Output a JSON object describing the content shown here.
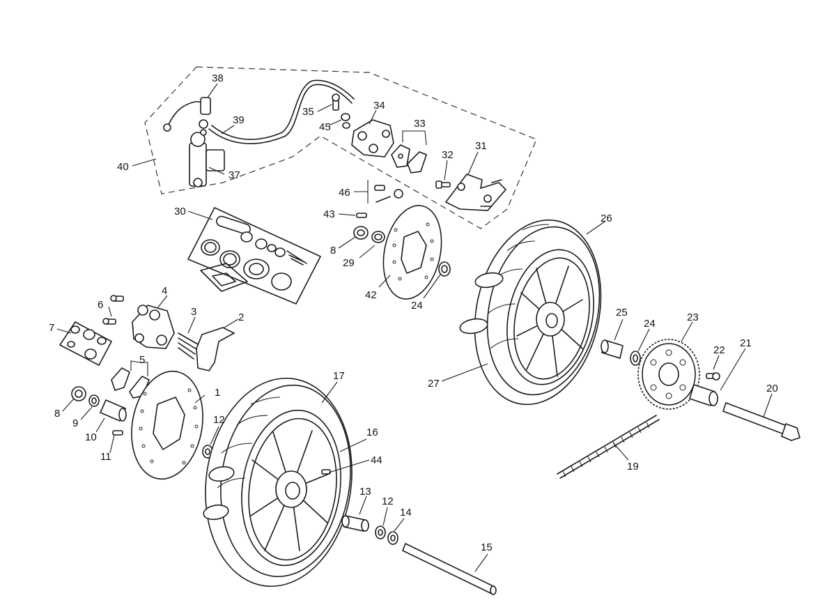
{
  "diagram": {
    "callouts": [
      {
        "id": "c1",
        "label": "1"
      },
      {
        "id": "c2",
        "label": "2"
      },
      {
        "id": "c3",
        "label": "3"
      },
      {
        "id": "c4",
        "label": "4"
      },
      {
        "id": "c5",
        "label": "5"
      },
      {
        "id": "c6",
        "label": "6"
      },
      {
        "id": "c7",
        "label": "7"
      },
      {
        "id": "c8a",
        "label": "8"
      },
      {
        "id": "c8b",
        "label": "8"
      },
      {
        "id": "c9",
        "label": "9"
      },
      {
        "id": "c10",
        "label": "10"
      },
      {
        "id": "c11",
        "label": "11"
      },
      {
        "id": "c12a",
        "label": "12"
      },
      {
        "id": "c12b",
        "label": "12"
      },
      {
        "id": "c13",
        "label": "13"
      },
      {
        "id": "c14",
        "label": "14"
      },
      {
        "id": "c15",
        "label": "15"
      },
      {
        "id": "c16",
        "label": "16"
      },
      {
        "id": "c17",
        "label": "17"
      },
      {
        "id": "c19",
        "label": "19"
      },
      {
        "id": "c20",
        "label": "20"
      },
      {
        "id": "c21",
        "label": "21"
      },
      {
        "id": "c22",
        "label": "22"
      },
      {
        "id": "c23",
        "label": "23"
      },
      {
        "id": "c24a",
        "label": "24"
      },
      {
        "id": "c24b",
        "label": "24"
      },
      {
        "id": "c25",
        "label": "25"
      },
      {
        "id": "c26",
        "label": "26"
      },
      {
        "id": "c27",
        "label": "27"
      },
      {
        "id": "c29",
        "label": "29"
      },
      {
        "id": "c30",
        "label": "30"
      },
      {
        "id": "c31",
        "label": "31"
      },
      {
        "id": "c32",
        "label": "32"
      },
      {
        "id": "c33",
        "label": "33"
      },
      {
        "id": "c34",
        "label": "34"
      },
      {
        "id": "c35",
        "label": "35"
      },
      {
        "id": "c37",
        "label": "37"
      },
      {
        "id": "c38",
        "label": "38"
      },
      {
        "id": "c39",
        "label": "39"
      },
      {
        "id": "c40",
        "label": "40"
      },
      {
        "id": "c42",
        "label": "42"
      },
      {
        "id": "c43",
        "label": "43"
      },
      {
        "id": "c44",
        "label": "44"
      },
      {
        "id": "c45",
        "label": "45"
      },
      {
        "id": "c46",
        "label": "46"
      }
    ]
  }
}
